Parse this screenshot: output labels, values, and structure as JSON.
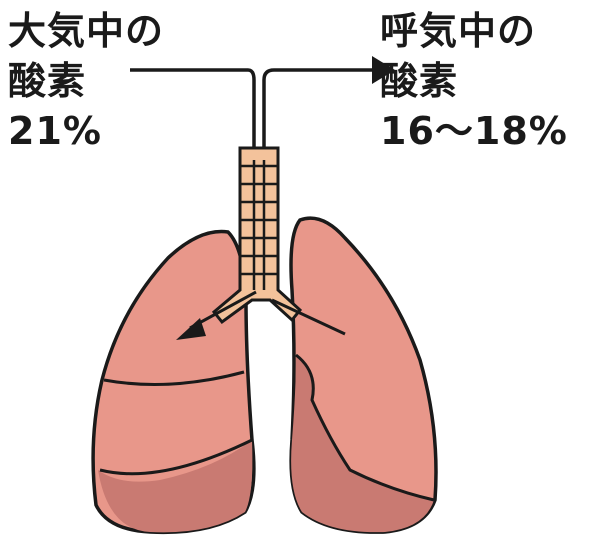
{
  "left_label": {
    "line1": "大気中の",
    "line2": "酸素",
    "value": "21%"
  },
  "right_label": {
    "line1": "呼気中の",
    "line2": "酸素",
    "value": "16～18%"
  },
  "colors": {
    "lung_fill": "#e8978a",
    "lung_shade": "#c97a72",
    "trachea_fill": "#f3c29b",
    "outline": "#1a1a1a"
  }
}
